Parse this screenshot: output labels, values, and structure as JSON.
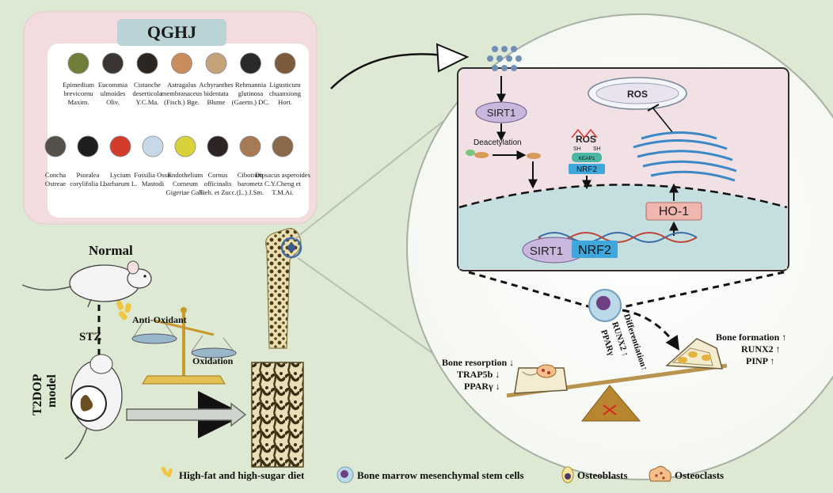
{
  "formula": {
    "title": "QGHJ",
    "herbs_row1": [
      {
        "lines": [
          "Epimedium",
          "brevicornu",
          "Maxim."
        ],
        "color": "#6f7f3a"
      },
      {
        "lines": [
          "Eucommia",
          "ulmoides",
          "Oliv."
        ],
        "color": "#3a3530"
      },
      {
        "lines": [
          "Cistanche",
          "deserticola",
          "Y.C.Ma."
        ],
        "color": "#2b2622"
      },
      {
        "lines": [
          "Astragalus",
          "membranaceus",
          "(Fisch.) Bge."
        ],
        "color": "#c98c5a"
      },
      {
        "lines": [
          "Achyranthes",
          "bidentata",
          "Blume"
        ],
        "color": "#c4a27a"
      },
      {
        "lines": [
          "Rehmannia",
          "glutinosa",
          "(Gaertn.) DC."
        ],
        "color": "#2a2a2a"
      },
      {
        "lines": [
          "Ligusticum",
          "chuanxiong",
          "Hort."
        ],
        "color": "#7a5a3a"
      }
    ],
    "herbs_row2": [
      {
        "lines": [
          "Concha",
          "Ostreae"
        ],
        "color": "#55504a"
      },
      {
        "lines": [
          "Psoralea",
          "corylifolia L."
        ],
        "color": "#1e1e1e"
      },
      {
        "lines": [
          "Lycium",
          "barbarum L."
        ],
        "color": "#d23a2a"
      },
      {
        "lines": [
          "Fossilia Ossis",
          "Mastodi"
        ],
        "color": "#c9d8e6"
      },
      {
        "lines": [
          "Endothelium",
          "Corneum",
          "Gigeriae Galli"
        ],
        "color": "#d8d23a"
      },
      {
        "lines": [
          "Cornus",
          "officinalis",
          "Sieb. et Zucc."
        ],
        "color": "#2e2424"
      },
      {
        "lines": [
          "Cibotium",
          "barometz",
          "(L.) J.Sm."
        ],
        "color": "#a57a55"
      },
      {
        "lines": [
          "Dipsacus asperoides",
          "C.Y.Cheng et",
          "T.M.Ai."
        ],
        "color": "#8a6a4a"
      }
    ]
  },
  "model": {
    "normal_label": "Normal",
    "stz_label": "STZ",
    "t2dop_line1": "T2DOP",
    "t2dop_line2": "model"
  },
  "balance": {
    "anti_oxidant": "Anti-Oxidant",
    "oxidation": "Oxidation"
  },
  "pathway": {
    "sirt1": "SIRT1",
    "deacetylation": "Deacetylation",
    "ros_small": "ROS",
    "sh1": "SH",
    "sh2": "SH",
    "keap1": "KEAP1",
    "nrf2": "NRF2",
    "ros_mito": "ROS",
    "ho1": "HO-1",
    "sirt1_nuc": "SIRT1",
    "nrf2_nuc": "NRF2"
  },
  "outcomes": {
    "resorption": [
      "Bone resorption ↓",
      "TRAP5b ↓",
      "PPARγ ↓"
    ],
    "differentiation": [
      "Differentiation↑",
      "RUNX2 ↑",
      "PPARγ"
    ],
    "formation": [
      "Bone formation ↑",
      "RUNX2 ↑",
      "PINP ↑"
    ]
  },
  "legend": {
    "diet": "High-fat and high-sugar diet",
    "bmsc": "Bone marrow mesenchymal stem cells",
    "osteoblasts": "Osteoblasts",
    "osteoclasts": "Osteoclasts"
  },
  "colors": {
    "background": "#dde9d3",
    "formula_panel": "#f3dfe0",
    "title_box": "#b9d3d6",
    "cytoplasm": "#f1e1e4",
    "nucleus": "#c5dfe0",
    "sirt1": "#c9b7dd",
    "nrf2": "#3fa7dc",
    "ho1": "#f0b6b0"
  }
}
